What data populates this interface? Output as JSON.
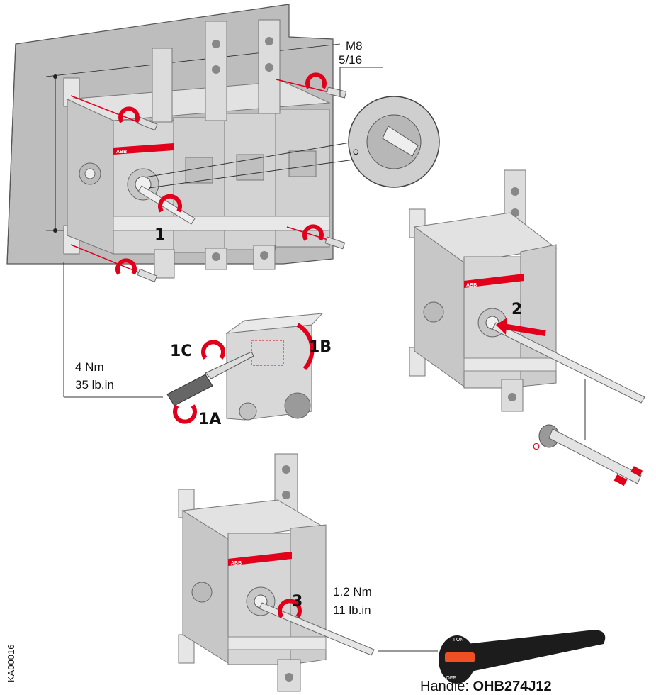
{
  "labels": {
    "bolt_size": "M8",
    "bolt_size_inch": "5/16",
    "step_1": "1",
    "step_1a": "1A",
    "step_1b": "1B",
    "step_1c": "1C",
    "step_2": "2",
    "step_3": "3",
    "torque_1_metric": "4 Nm",
    "torque_1_imperial": "35 lb.in",
    "torque_3_metric": "1.2 Nm",
    "torque_3_imperial": "11 lb.in",
    "handle_prefix": "Handle: ",
    "handle_model": "OHB274J12",
    "drawing_code": "KA00016",
    "brand": "ABB",
    "handle_on": "I ON",
    "handle_off": "O OFF",
    "off_symbol": "O"
  },
  "colors": {
    "switch_body": "#d9d9d9",
    "switch_shade": "#b8b8b8",
    "wall": "#bdbdbd",
    "accent_red": "#e2001a",
    "arrow_red": "#e0001b",
    "handle_black": "#1c1c1c",
    "handle_orange": "#f04e23"
  }
}
